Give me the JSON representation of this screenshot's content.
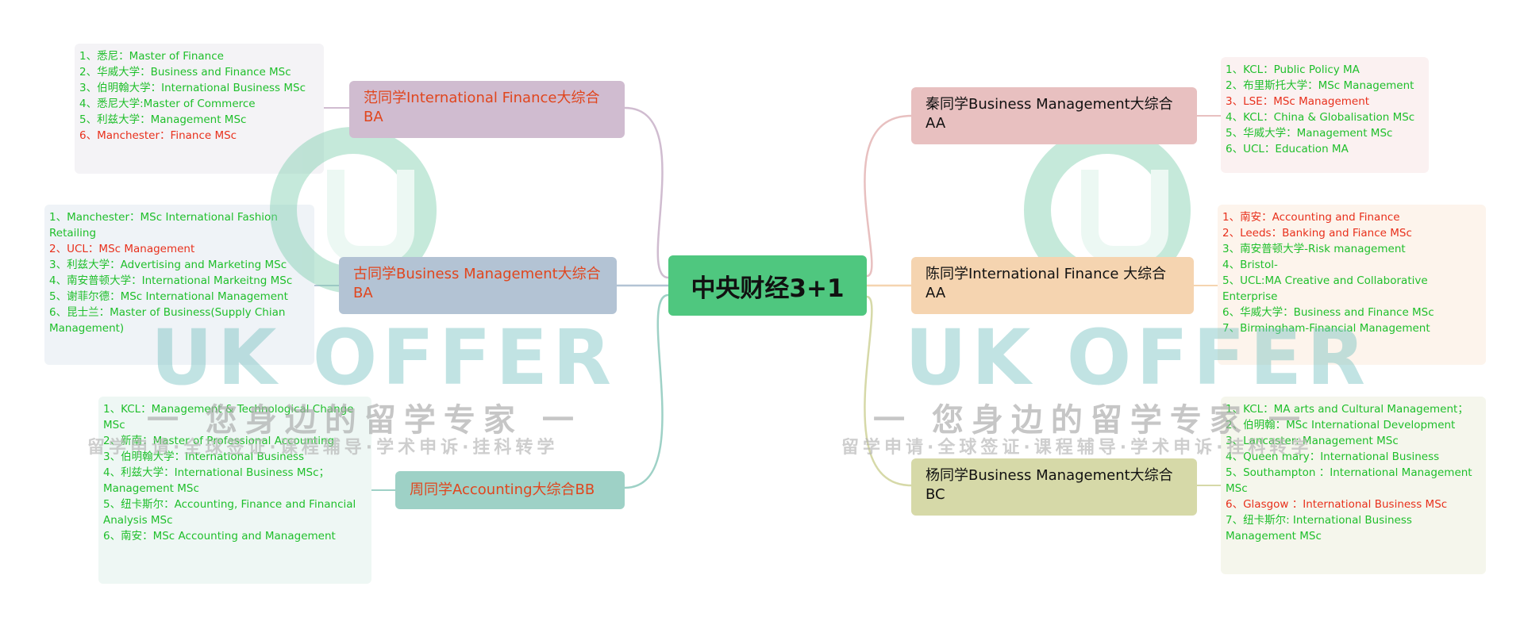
{
  "center": {
    "label": "中央财经3+1"
  },
  "colors": {
    "center": "#4fc77f",
    "fan": "#d0bcd0",
    "gu": "#b3c3d4",
    "zhou": "#9ed1c6",
    "qin": "#e8c0c0",
    "chen": "#f5d4b0",
    "yang": "#d6d9a8",
    "note_green": "#1fbf2b",
    "note_red": "#e8301c"
  },
  "watermark": {
    "brand": "UK OFFER",
    "slogan": "一 您身边的留学专家 一",
    "sub": "留学申请·全球签证·课程辅导·学术申诉·挂科转学"
  },
  "branches": [
    {
      "id": "fan",
      "label": "范同学International Finance大综合BA",
      "notes": [
        {
          "text": "1、悉尼：Master of Finance",
          "color": "g"
        },
        {
          "text": "2、华威大学：Business and Finance MSc",
          "color": "g"
        },
        {
          "text": "3、伯明翰大学：International Business MSc",
          "color": "g"
        },
        {
          "text": "4、悉尼大学:Master of Commerce",
          "color": "g"
        },
        {
          "text": "5、利兹大学：Management MSc",
          "color": "g"
        },
        {
          "text": "6、Manchester：Finance MSc",
          "color": "r"
        }
      ]
    },
    {
      "id": "gu",
      "label": "古同学Business Management大综合BA",
      "notes": [
        {
          "text": "1、Manchester：MSc International Fashion Retailing",
          "color": "g"
        },
        {
          "text": "2、UCL：MSc Management",
          "color": "r"
        },
        {
          "text": "3、利兹大学：Advertising and Marketing MSc",
          "color": "g"
        },
        {
          "text": "4、南安普顿大学：International Markeitng MSc",
          "color": "g"
        },
        {
          "text": "5、谢菲尔德：MSc International Management",
          "color": "g"
        },
        {
          "text": "6、昆士兰：Master of Business(Supply Chian Management)",
          "color": "g"
        }
      ]
    },
    {
      "id": "zhou",
      "label": "周同学Accounting大综合BB",
      "notes": [
        {
          "text": "1、KCL：Management & Technological Change MSc",
          "color": "g"
        },
        {
          "text": "2、新南：Master of Professional Accounting",
          "color": "g"
        },
        {
          "text": "3、伯明翰大学：International Business",
          "color": "g"
        },
        {
          "text": "4、利兹大学：International Business MSc；Management MSc",
          "color": "g"
        },
        {
          "text": "5、纽卡斯尔：Accounting, Finance and Financial Analysis MSc",
          "color": "g"
        },
        {
          "text": "6、南安：MSc Accounting and Management",
          "color": "g"
        }
      ]
    },
    {
      "id": "qin",
      "label": "秦同学Business Management大综合AA",
      "notes": [
        {
          "text": "1、KCL：Public Policy MA",
          "color": "g"
        },
        {
          "text": "2、布里斯托大学：MSc Management",
          "color": "g"
        },
        {
          "text": "3、LSE：MSc Management",
          "color": "r"
        },
        {
          "text": "4、KCL：China & Globalisation MSc",
          "color": "g"
        },
        {
          "text": "5、华威大学：Management MSc",
          "color": "g"
        },
        {
          "text": "6、UCL：Education MA",
          "color": "g"
        }
      ]
    },
    {
      "id": "chen",
      "label": "陈同学International Finance 大综合AA",
      "notes": [
        {
          "text": "1、南安：Accounting and Finance",
          "color": "r"
        },
        {
          "text": "2、Leeds：Banking and Fiance MSc",
          "color": "r"
        },
        {
          "text": "3、南安普顿大学-Risk management",
          "color": "g"
        },
        {
          "text": "4、Bristol-",
          "color": "g"
        },
        {
          "text": "5、UCL:MA Creative and Collaborative Enterprise",
          "color": "g"
        },
        {
          "text": "6、华威大学：Business and Finance MSc",
          "color": "g"
        },
        {
          "text": "7、Birmingham-Financial Management",
          "color": "g"
        }
      ]
    },
    {
      "id": "yang",
      "label": "杨同学Business Management大综合BC",
      "notes": [
        {
          "text": "1、KCL：MA arts and Cultural Management；",
          "color": "g"
        },
        {
          "text": "2、伯明翰：MSc International Development",
          "color": "g"
        },
        {
          "text": "3、Lancaster: Management MSc",
          "color": "g"
        },
        {
          "text": "4、Queen mary：International Business",
          "color": "g"
        },
        {
          "text": "5、Southampton ：International Management MSc",
          "color": "g"
        },
        {
          "text": "6、Glasgow ：International Business MSc",
          "color": "r"
        },
        {
          "text": "7、纽卡斯尔: International Business Management MSc",
          "color": "g"
        }
      ]
    }
  ]
}
